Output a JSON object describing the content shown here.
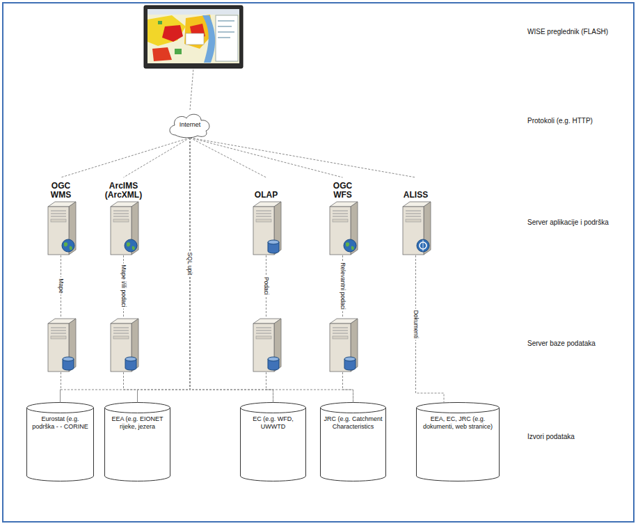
{
  "diagram": {
    "nodes": [
      {
        "text": []
      },
      {
        "text": [
          "Internet"
        ]
      },
      {
        "text": [
          "OGC WMS"
        ]
      },
      {
        "text": [
          "ArcIMS (ArcXML)"
        ]
      },
      {
        "text": [
          "OLAP"
        ]
      },
      {
        "text": [
          "OGC WFS"
        ]
      },
      {
        "text": [
          "ALISS"
        ]
      },
      {
        "text": []
      },
      {
        "text": []
      },
      {
        "text": []
      },
      {
        "text": []
      },
      {
        "text": [
          "Eurostat (e.g. podrška - - CORINE"
        ]
      },
      {
        "text": [
          "EEA (e.g. EIONET rijeke, jezera"
        ]
      },
      {
        "text": [
          "EC (e.g. WFD, UWWTD"
        ]
      },
      {
        "text": [
          "JRC (e.g. Catchment Characteristics"
        ]
      },
      {
        "text": [
          "EEA, EC, JRC (e.g. dokumenti, web stranice)"
        ]
      }
    ],
    "edges": [
      {
        "from": 1,
        "to": 0,
        "arrow": "none"
      },
      {
        "from": 1,
        "to": 2,
        "arrow": "none"
      },
      {
        "from": 1,
        "to": 3,
        "arrow": "none"
      },
      {
        "from": 1,
        "to": 4,
        "arrow": "none"
      },
      {
        "from": 1,
        "to": 5,
        "arrow": "none"
      },
      {
        "from": 1,
        "to": 6,
        "arrow": "none"
      },
      {
        "from": 2,
        "to": 7,
        "label": "Mape",
        "arrow": "none"
      },
      {
        "from": 3,
        "to": 8,
        "label": "Mape i/ili podaci",
        "arrow": "none"
      },
      {
        "from": 4,
        "to": 9,
        "label": "Podaci",
        "arrow": "none"
      },
      {
        "from": 5,
        "to": 10,
        "label": "Relevantni podaci",
        "arrow": "none"
      },
      {
        "from": 6,
        "to": 15,
        "label": "Dokumenti",
        "arrow": "none"
      },
      {
        "from": 7,
        "to": 11,
        "arrow": "none"
      },
      {
        "from": 8,
        "to": 12,
        "arrow": "none"
      },
      {
        "from": 9,
        "to": 13,
        "arrow": "none"
      },
      {
        "from": 10,
        "to": 14,
        "arrow": "none"
      },
      {
        "from": 1,
        "to": 13,
        "label": "SQL upit",
        "arrow": "none"
      },
      {
        "from": 1,
        "to": 11,
        "arrow": "none"
      },
      {
        "from": 1,
        "to": 12,
        "arrow": "none"
      },
      {
        "from": 1,
        "to": 14,
        "arrow": "none"
      }
    ],
    "labels": [
      "WISE preglednik (FLASH)",
      "Protokoli (e.g. HTTP)",
      "Server aplikacije i podrška",
      "Server baze podataka",
      "Izvori podataka"
    ]
  }
}
